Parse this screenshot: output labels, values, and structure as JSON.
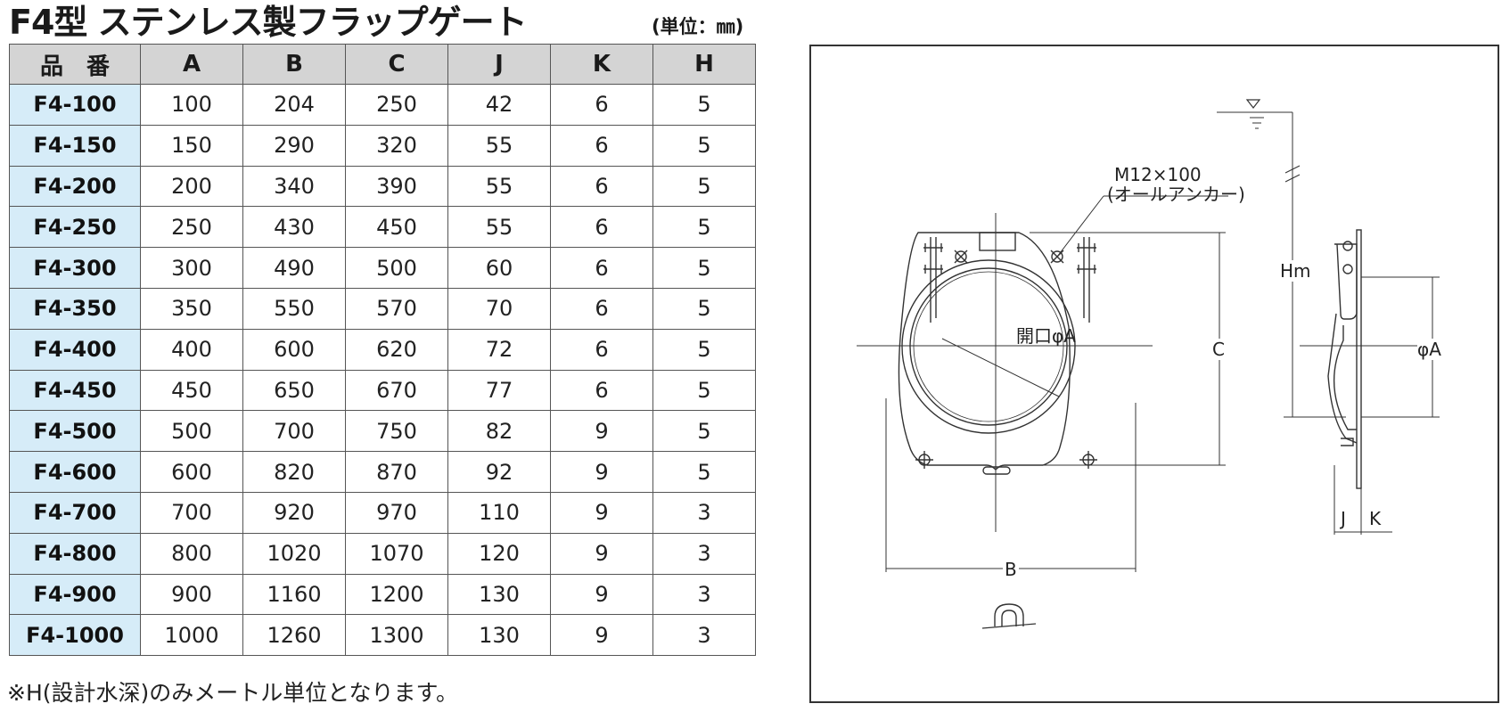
{
  "title": "F4型 ステンレス製フラップゲート",
  "unit": "(単位：㎜)",
  "table": {
    "headers": [
      "品　番",
      "A",
      "B",
      "C",
      "J",
      "K",
      "H"
    ],
    "rows": [
      [
        "F4-100",
        "100",
        "204",
        "250",
        "42",
        "6",
        "5"
      ],
      [
        "F4-150",
        "150",
        "290",
        "320",
        "55",
        "6",
        "5"
      ],
      [
        "F4-200",
        "200",
        "340",
        "390",
        "55",
        "6",
        "5"
      ],
      [
        "F4-250",
        "250",
        "430",
        "450",
        "55",
        "6",
        "5"
      ],
      [
        "F4-300",
        "300",
        "490",
        "500",
        "60",
        "6",
        "5"
      ],
      [
        "F4-350",
        "350",
        "550",
        "570",
        "70",
        "6",
        "5"
      ],
      [
        "F4-400",
        "400",
        "600",
        "620",
        "72",
        "6",
        "5"
      ],
      [
        "F4-450",
        "450",
        "650",
        "670",
        "77",
        "6",
        "5"
      ],
      [
        "F4-500",
        "500",
        "700",
        "750",
        "82",
        "9",
        "5"
      ],
      [
        "F4-600",
        "600",
        "820",
        "870",
        "92",
        "9",
        "5"
      ],
      [
        "F4-700",
        "700",
        "920",
        "970",
        "110",
        "9",
        "3"
      ],
      [
        "F4-800",
        "800",
        "1020",
        "1070",
        "120",
        "9",
        "3"
      ],
      [
        "F4-900",
        "900",
        "1160",
        "1200",
        "130",
        "9",
        "3"
      ],
      [
        "F4-1000",
        "1000",
        "1260",
        "1300",
        "130",
        "9",
        "3"
      ]
    ]
  },
  "note": "※H(設計水深)のみメートル単位となります。",
  "drawing": {
    "anchor_label_1": "M12×100",
    "anchor_label_2": "(オールアンカー)",
    "opening_label": "開口φA",
    "dim_b": "B",
    "dim_c": "C",
    "dim_hm": "Hm",
    "dim_phi_a": "φA",
    "dim_j": "J",
    "dim_k": "K"
  },
  "colors": {
    "header_bg": "#d4d4d4",
    "part_no_bg": "#d6ecf8",
    "line": "#333333"
  }
}
